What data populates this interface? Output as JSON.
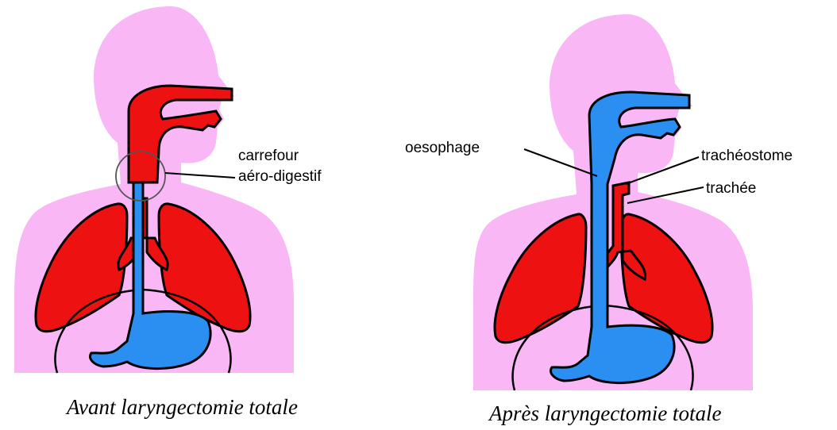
{
  "colors": {
    "body": "#f9b7f5",
    "airway": "#ee1111",
    "digestive": "#2a8ff0",
    "outline": "#000000"
  },
  "left_panel": {
    "labels": [
      "carrefour",
      "aéro-digestif"
    ],
    "caption": "Avant laryngectomie totale"
  },
  "right_panel": {
    "labels": {
      "oesophagus": "oesophage",
      "stoma": "trachéostome",
      "trachea": "trachée"
    },
    "caption": "Après laryngectomie totale"
  }
}
